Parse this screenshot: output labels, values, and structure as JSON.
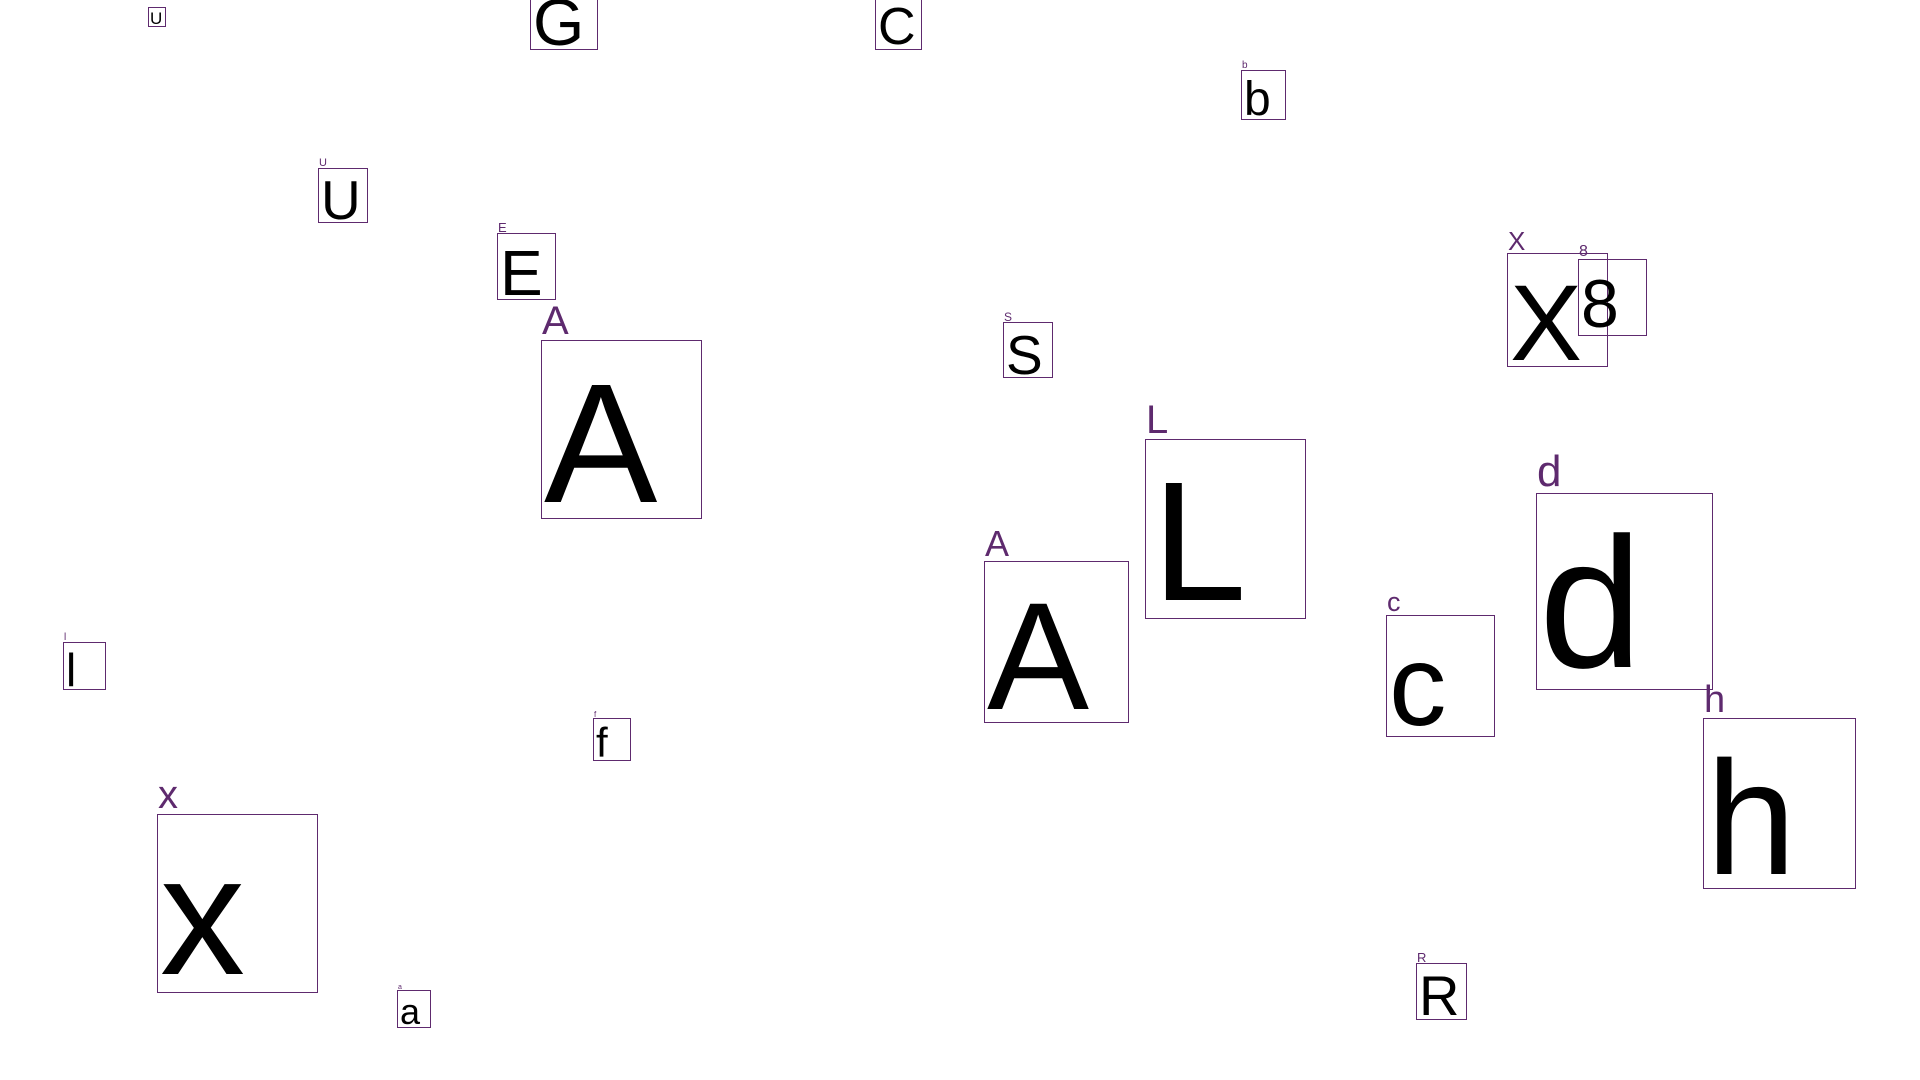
{
  "colors": {
    "box_border": "#5e2a6e",
    "tag_text": "#5e2a6e",
    "glyph_text": "#000000",
    "background": "#ffffff"
  },
  "glyphs": [
    {
      "id": "u-small",
      "char": "U",
      "tag": ""
    },
    {
      "id": "g-top",
      "char": "G",
      "tag": ""
    },
    {
      "id": "c-top",
      "char": "C",
      "tag": ""
    },
    {
      "id": "b",
      "char": "b",
      "tag": "b"
    },
    {
      "id": "u",
      "char": "U",
      "tag": "U"
    },
    {
      "id": "e",
      "char": "E",
      "tag": "E"
    },
    {
      "id": "x-upper",
      "char": "X",
      "tag": "X"
    },
    {
      "id": "eight",
      "char": "8",
      "tag": "8"
    },
    {
      "id": "a-large",
      "char": "A",
      "tag": "A"
    },
    {
      "id": "s",
      "char": "S",
      "tag": "S"
    },
    {
      "id": "l-upper",
      "char": "L",
      "tag": "L"
    },
    {
      "id": "d",
      "char": "d",
      "tag": "d"
    },
    {
      "id": "a-mid",
      "char": "A",
      "tag": "A"
    },
    {
      "id": "l-lower",
      "char": "l",
      "tag": "l"
    },
    {
      "id": "c-lower",
      "char": "c",
      "tag": "c"
    },
    {
      "id": "f",
      "char": "f",
      "tag": "f"
    },
    {
      "id": "h",
      "char": "h",
      "tag": "h"
    },
    {
      "id": "x-lower",
      "char": "x",
      "tag": "x"
    },
    {
      "id": "a-small",
      "char": "a",
      "tag": "a"
    },
    {
      "id": "r",
      "char": "R",
      "tag": "R"
    }
  ]
}
